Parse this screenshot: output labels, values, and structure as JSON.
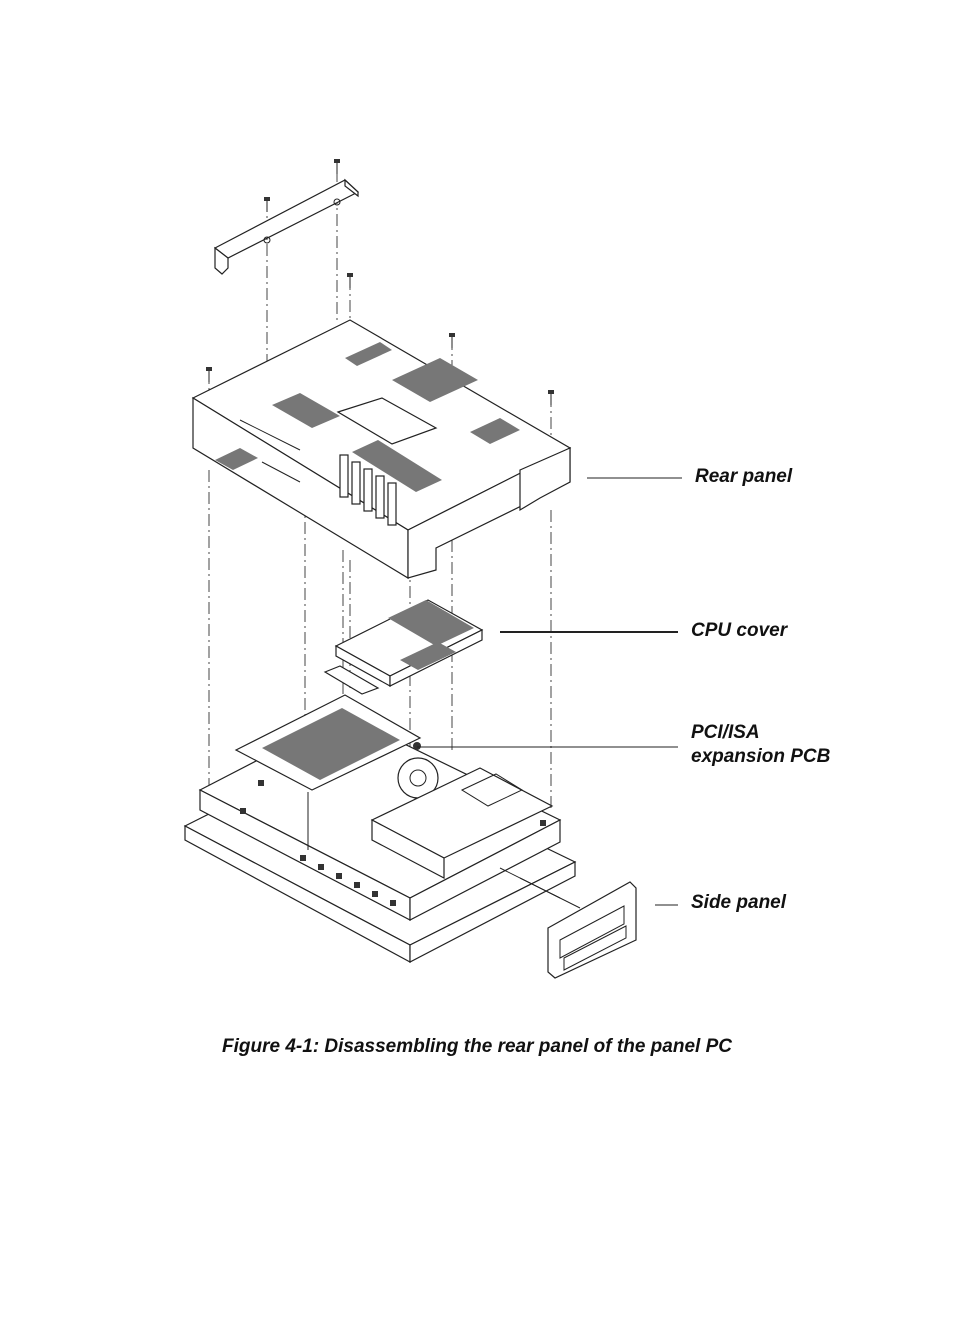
{
  "labels": {
    "rear_panel": "Rear panel",
    "cpu_cover": "CPU cover",
    "pci_isa_line1": "PCI/ISA",
    "pci_isa_line2": "expansion PCB",
    "side_panel": "Side panel"
  },
  "caption": "Figure 4-1: Disassembling the rear panel of the panel PC"
}
